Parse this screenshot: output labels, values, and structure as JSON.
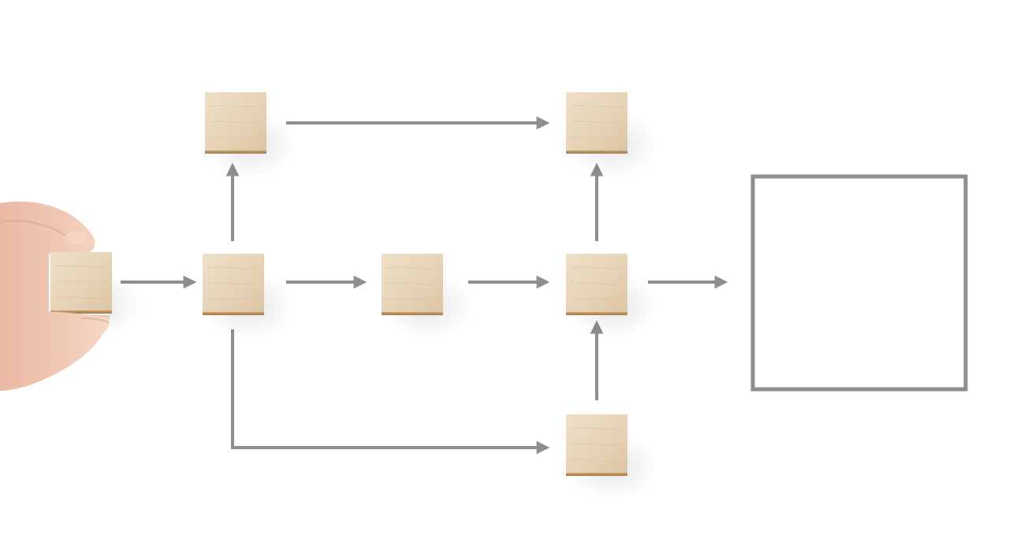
{
  "scene": {
    "background_color": "#ffffff",
    "arrow_color": "#8e8e8e",
    "block_color": "#e8d6bb",
    "block_edge_color": "#b8895a",
    "frame_color": "#8e8e8e",
    "skin_color": "#efc8b3"
  },
  "blocks": [
    {
      "name": "block-held"
    },
    {
      "name": "block-top-left"
    },
    {
      "name": "block-top-right"
    },
    {
      "name": "block-middle-left"
    },
    {
      "name": "block-middle-center"
    },
    {
      "name": "block-middle-right"
    },
    {
      "name": "block-bottom-right"
    }
  ],
  "connections": [
    {
      "name": "arrow-held-to-middle-left"
    },
    {
      "name": "arrow-middle-left-to-top-left"
    },
    {
      "name": "arrow-top-left-to-top-right"
    },
    {
      "name": "arrow-middle-left-to-middle-center"
    },
    {
      "name": "arrow-middle-center-to-middle-right"
    },
    {
      "name": "arrow-middle-right-to-top-right"
    },
    {
      "name": "arrow-bottom-right-to-middle-right"
    },
    {
      "name": "arrow-middle-left-to-bottom-right"
    },
    {
      "name": "arrow-middle-right-to-frame"
    }
  ],
  "target_frame": {
    "name": "empty-target-frame",
    "filled": false
  }
}
